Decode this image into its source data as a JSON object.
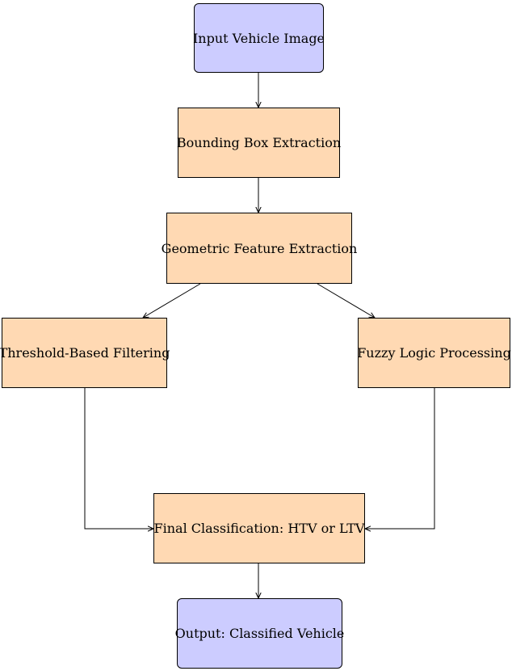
{
  "colors": {
    "terminal_fill": "#ccccff",
    "process_fill": "#ffd9b3",
    "stroke": "#000000"
  },
  "nodes": {
    "input": {
      "label": "Input Vehicle Image"
    },
    "bbox": {
      "label": "Bounding Box Extraction"
    },
    "geom": {
      "label": "Geometric Feature Extraction"
    },
    "thresh": {
      "label": "Threshold-Based Filtering"
    },
    "fuzzy": {
      "label": "Fuzzy Logic Processing"
    },
    "final": {
      "label": "Final Classification: HTV or LTV"
    },
    "output": {
      "label": "Output: Classified Vehicle"
    }
  }
}
